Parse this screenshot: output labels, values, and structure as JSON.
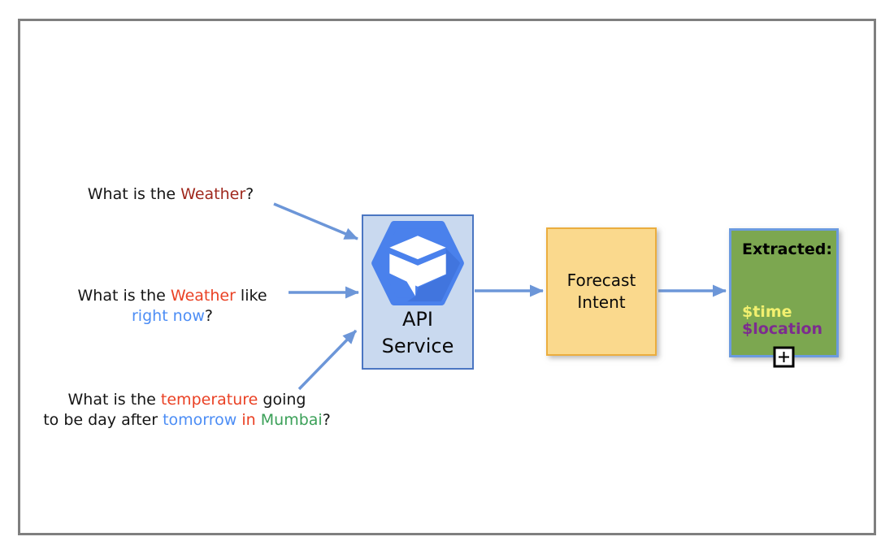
{
  "palette": {
    "frame_border": "#7F7F7F",
    "connector_blue": "#6C96D8",
    "question_dark_red": "#A0291E",
    "question_red": "#EA4124",
    "question_blue": "#4C8DF5",
    "question_green": "#3BA058",
    "api_box_fill": "#C9D9EF",
    "api_box_border": "#4B76C2",
    "api_icon_blue": "#4A81EC",
    "forecast_fill": "#FAD98D",
    "forecast_border": "#EBAD3E",
    "extracted_fill": "#7CA750",
    "extracted_border": "#6C9BDF",
    "time_yellow": "#F2F06F",
    "location_purple": "#7C2C8F"
  },
  "questions": [
    {
      "lines": [
        {
          "segments": [
            {
              "text": "What is the ",
              "color": "default"
            },
            {
              "text": "Weather",
              "color": "dark-red"
            },
            {
              "text": "?",
              "color": "default"
            }
          ]
        }
      ]
    },
    {
      "lines": [
        {
          "segments": [
            {
              "text": "What is the ",
              "color": "default"
            },
            {
              "text": "Weather",
              "color": "red"
            },
            {
              "text": " like",
              "color": "default"
            }
          ]
        },
        {
          "segments": [
            {
              "text": "right now",
              "color": "blue"
            },
            {
              "text": "?",
              "color": "default"
            }
          ]
        }
      ]
    },
    {
      "lines": [
        {
          "segments": [
            {
              "text": "What is the ",
              "color": "default"
            },
            {
              "text": "temperature",
              "color": "red"
            },
            {
              "text": " going",
              "color": "default"
            }
          ]
        },
        {
          "segments": [
            {
              "text": "to be day after ",
              "color": "default"
            },
            {
              "text": "tomorrow",
              "color": "blue"
            },
            {
              "text": " ",
              "color": "default"
            },
            {
              "text": "in",
              "color": "red"
            },
            {
              "text": " ",
              "color": "default"
            },
            {
              "text": "Mumbai",
              "color": "green"
            },
            {
              "text": "?",
              "color": "default"
            }
          ]
        }
      ]
    }
  ],
  "nodes": {
    "api_service": {
      "label": "API Service",
      "icon": "hexagon-chat-box-icon"
    },
    "forecast_intent": {
      "label": "Forecast Intent"
    },
    "extracted": {
      "title": "Extracted:",
      "fields": [
        {
          "name": "$time",
          "color": "#F2F06F"
        },
        {
          "name": "$location",
          "color": "#7C2C8F"
        }
      ],
      "expand_control": "plus"
    }
  },
  "connectors": {
    "color": "#6C96D8",
    "list": [
      "question-1-to-api-service",
      "question-2-to-api-service",
      "question-3-to-api-service",
      "api-service-to-forecast-intent",
      "forecast-intent-to-extracted"
    ]
  }
}
